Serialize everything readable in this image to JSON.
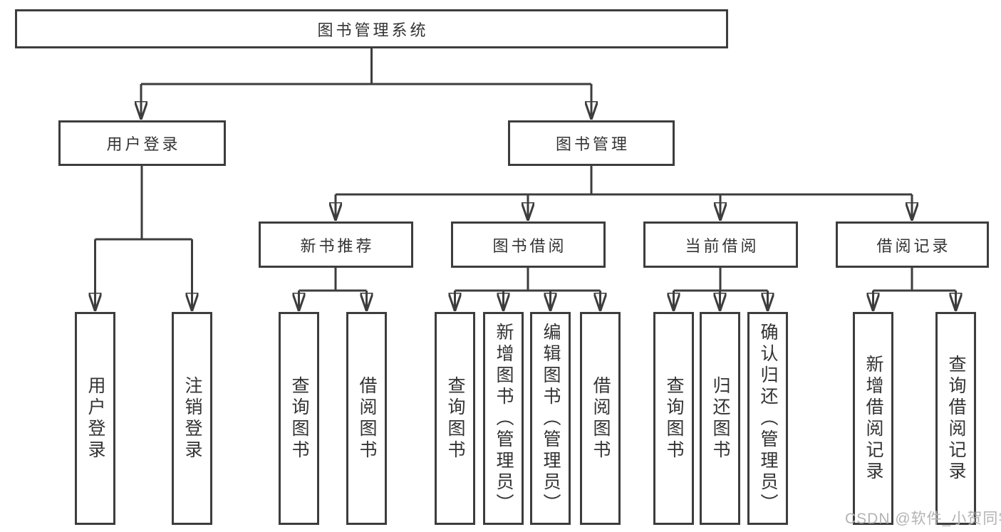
{
  "page": {
    "background": "#ffffff"
  },
  "colors": {
    "line": "#3d3d3d",
    "box_border": "#3d3d3d",
    "text": "#333333",
    "watermark": "#b3b3b3"
  },
  "root": {
    "label": "图书管理系统"
  },
  "level2": {
    "user_login": {
      "label": "用户登录"
    },
    "book_management": {
      "label": "图书管理"
    }
  },
  "user_login_children": [
    {
      "label": "用户登录"
    },
    {
      "label": "注销登录"
    }
  ],
  "book_management_sections": {
    "new_book_recommend": {
      "label": "新书推荐",
      "children": [
        {
          "label": "查询图书"
        },
        {
          "label": "借阅图书"
        }
      ]
    },
    "book_borrow": {
      "label": "图书借阅",
      "children": [
        {
          "label": "查询图书"
        },
        {
          "label": "新增图书（管理员）"
        },
        {
          "label": "编辑图书（管理员）"
        },
        {
          "label": "借阅图书"
        }
      ]
    },
    "current_borrow": {
      "label": "当前借阅",
      "children": [
        {
          "label": "查询图书"
        },
        {
          "label": "归还图书"
        },
        {
          "label": "确认归还（管理员）"
        }
      ]
    },
    "borrow_record": {
      "label": "借阅记录",
      "children": [
        {
          "label": "新增借阅记录"
        },
        {
          "label": "查询借阅记录"
        }
      ]
    }
  },
  "watermark": {
    "text": "CSDN @软件_小贺同学"
  }
}
